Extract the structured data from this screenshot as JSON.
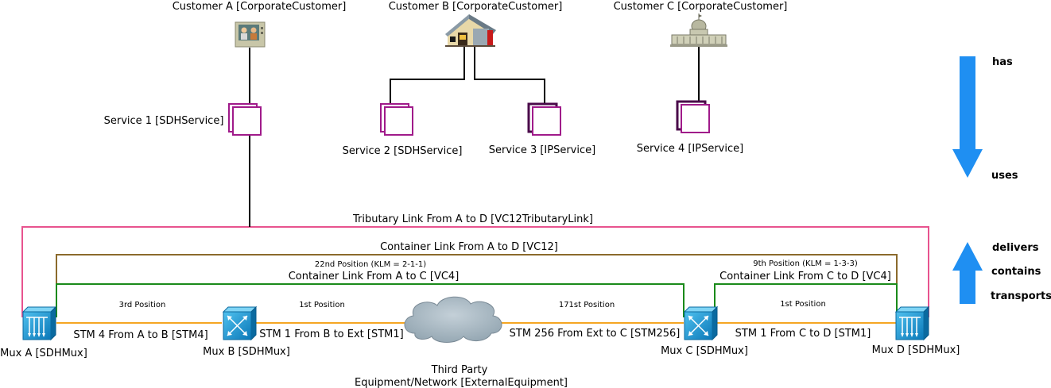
{
  "colors": {
    "tributary": "#e8538f",
    "container_vc12": "#8b6a2c",
    "container_vc4": "#1a8a1a",
    "stm": "#f5a623",
    "service": "#a01a8a",
    "arrow": "#1f8ff2",
    "mux": "#1a9ad6"
  },
  "customers": [
    {
      "label": "Customer A [CorporateCustomer]",
      "icon": "computer-user-icon"
    },
    {
      "label": "Customer B [CorporateCustomer]",
      "icon": "house-icon"
    },
    {
      "label": "Customer C [CorporateCustomer]",
      "icon": "government-building-icon"
    }
  ],
  "services": [
    {
      "label": "Service 1 [SDHService]"
    },
    {
      "label": "Service 2 [SDHService]"
    },
    {
      "label": "Service 3 [IPService]"
    },
    {
      "label": "Service 4 [IPService]"
    }
  ],
  "links": {
    "tributary": "Tributary Link From A to D [VC12TributaryLink]",
    "container_a_d": "Container Link From A to D [VC12]",
    "container_a_d_position": "22nd Position (KLM = 2-1-1)",
    "container_a_c": "Container Link From A to C [VC4]",
    "container_c_d": "Container Link From C to D [VC4]",
    "container_c_d_position": "9th Position (KLM = 1-3-3)"
  },
  "stm_links": [
    {
      "label": "STM 4 From A to B [STM4]",
      "position": "3rd Position"
    },
    {
      "label": "STM 1 From B to Ext [STM1]",
      "position": "1st Position"
    },
    {
      "label": "STM 256 From Ext to C [STM256]",
      "position": "171st Position"
    },
    {
      "label": "STM 1 From C to D [STM1]",
      "position": "1st Position"
    }
  ],
  "muxes": [
    {
      "label": "Mux A [SDHMux]"
    },
    {
      "label": "Mux B [SDHMux]"
    },
    {
      "label": "Mux C [SDHMux]"
    },
    {
      "label": "Mux D [SDHMux]"
    }
  ],
  "external": {
    "line1": "Third Party",
    "line2": "Equipment/Network [ExternalEquipment]"
  },
  "legend": {
    "down": [
      "has",
      "uses"
    ],
    "up": [
      "delivers",
      "contains",
      "transports"
    ]
  }
}
